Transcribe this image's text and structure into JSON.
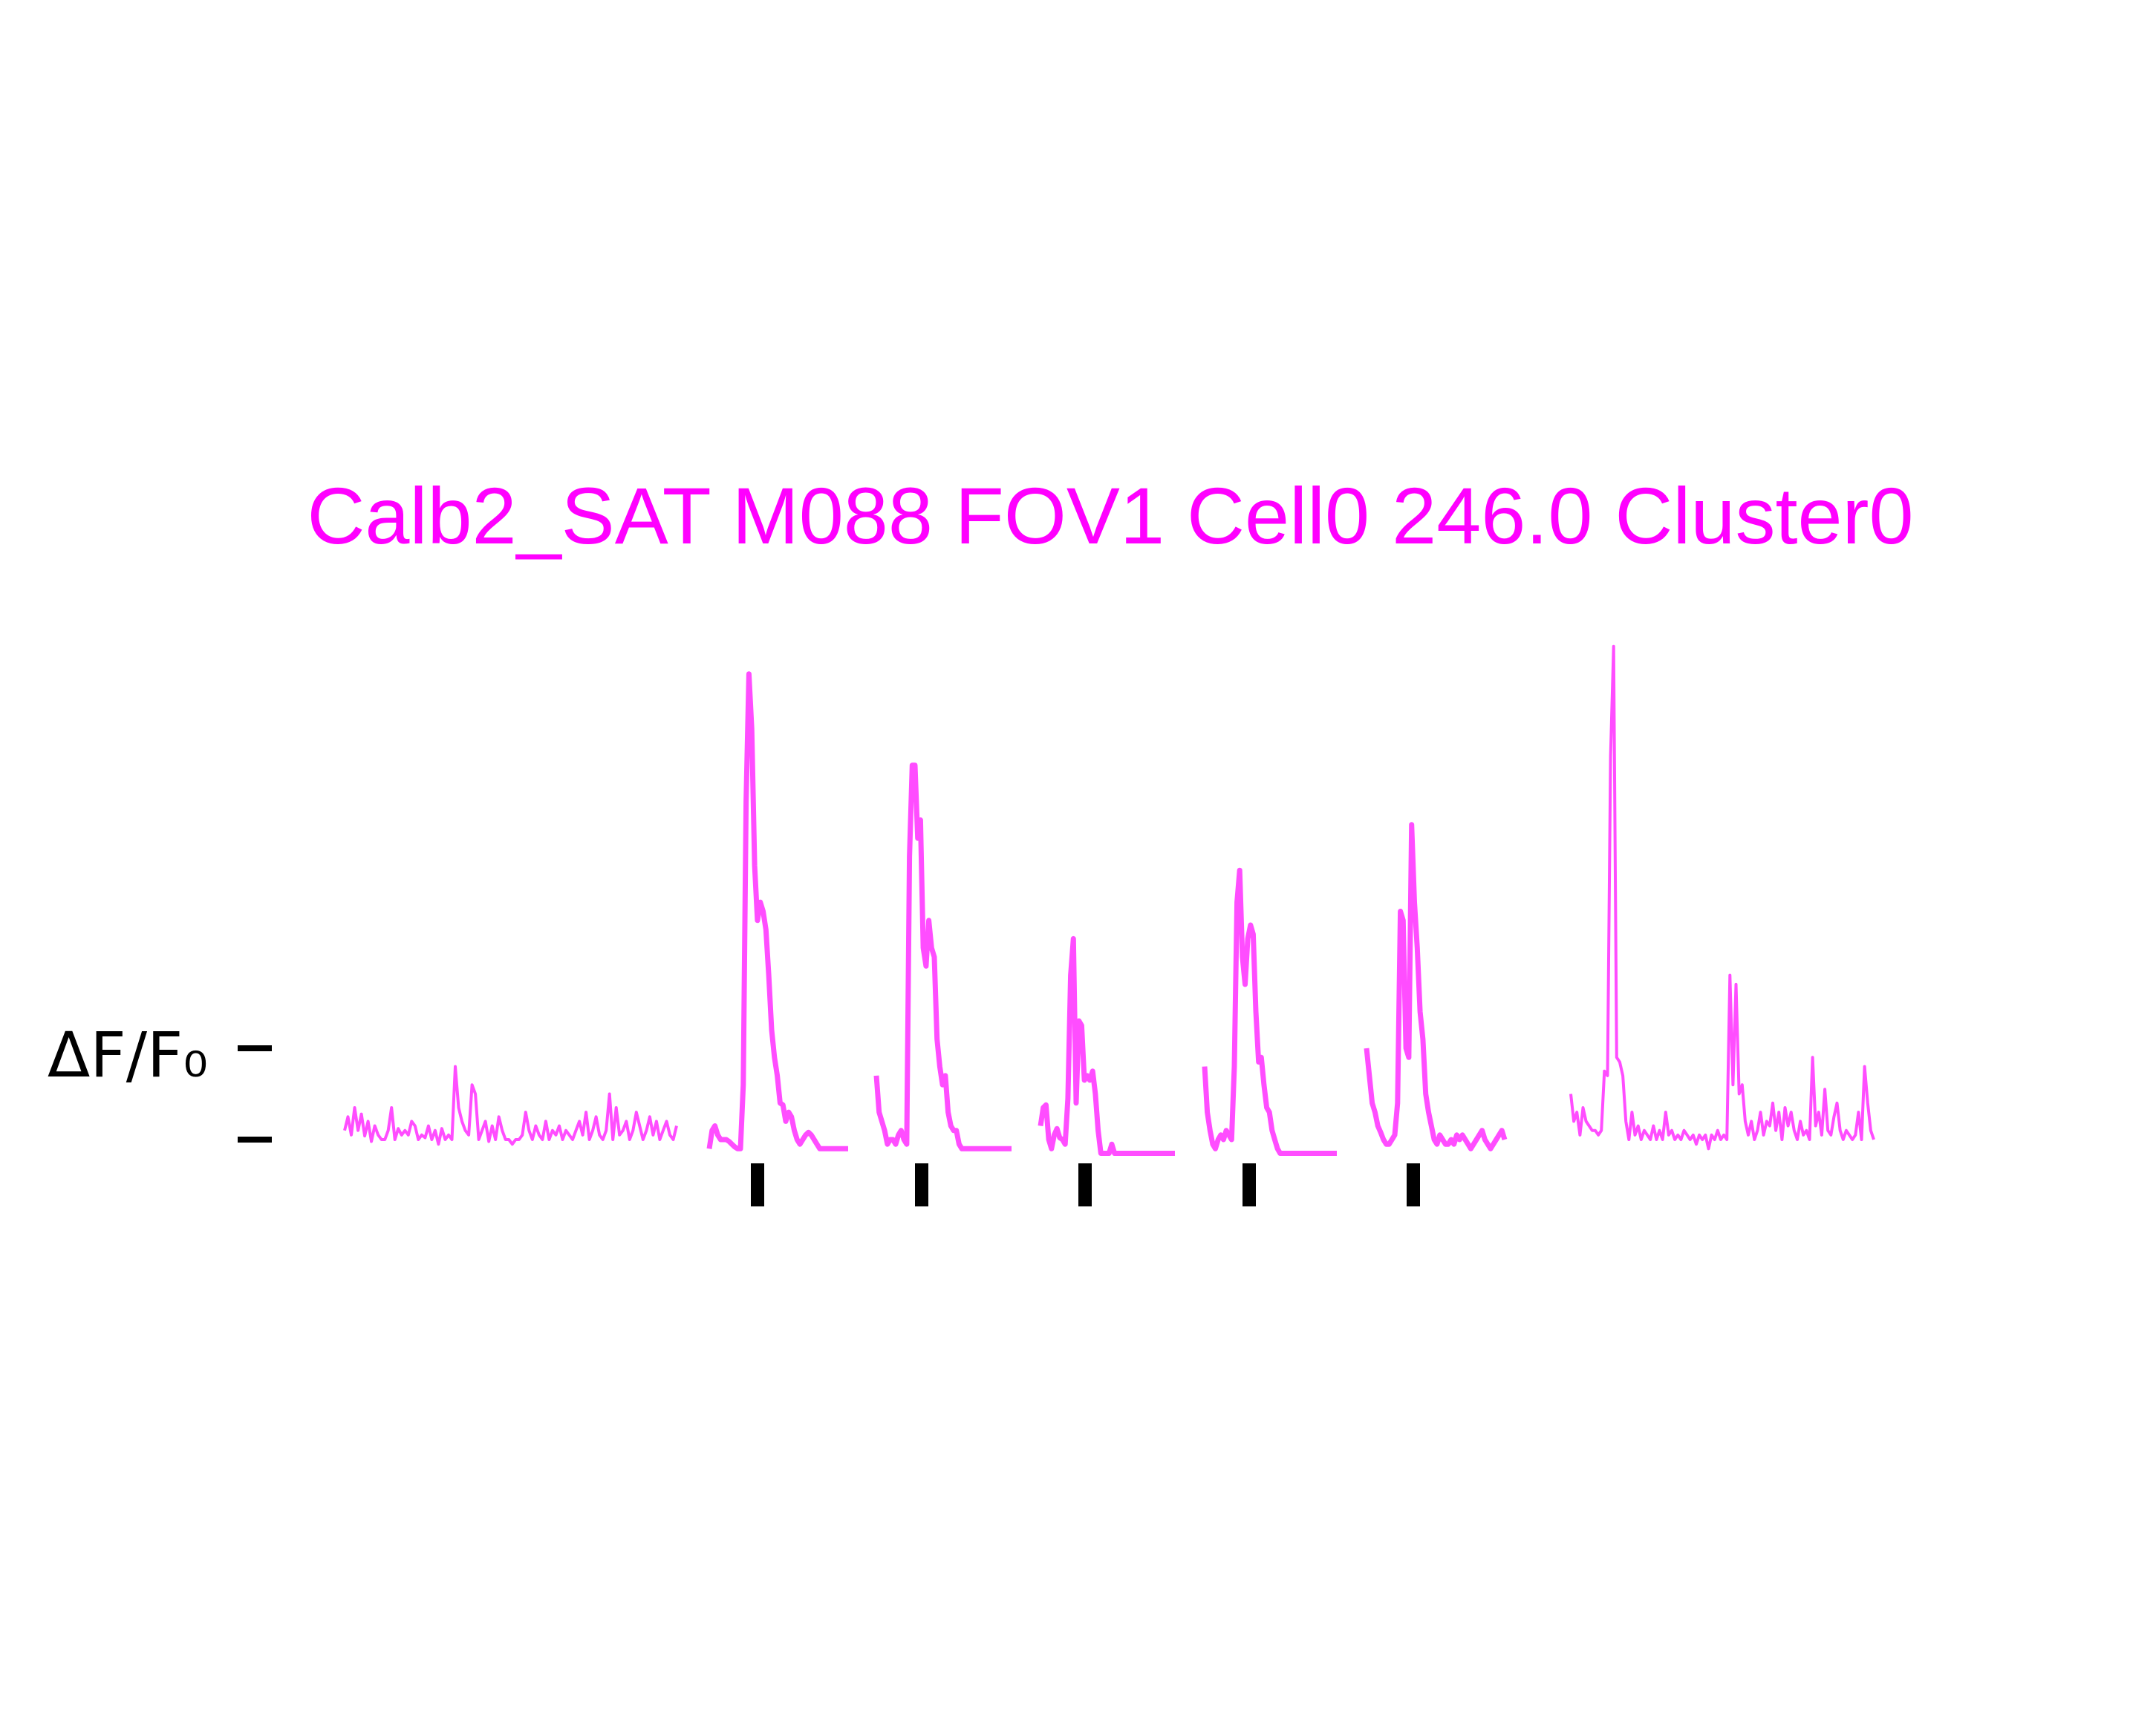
{
  "chart_data": {
    "type": "line",
    "title": "Calb2_SAT M088 FOV1 Cell0 246.0 Cluster0",
    "ylabel": "ΔF/F₀",
    "scale_bar": {
      "lower": 0,
      "upper": 1
    },
    "trace_color": "#ff4dff",
    "title_color": "#ff00ff",
    "stim_marker_color": "#000000",
    "grid": false,
    "axes_visible": false,
    "segments": [
      {
        "name": "pre",
        "x": [
          0,
          1,
          2,
          3,
          4,
          5,
          6,
          7,
          8,
          9,
          10,
          11,
          12,
          13,
          14,
          15,
          16,
          17,
          18,
          19,
          20,
          21,
          22,
          23,
          24,
          25,
          26,
          27,
          28,
          29,
          30,
          31,
          32,
          33,
          34,
          35,
          36,
          37,
          38,
          39,
          40,
          41,
          42,
          43,
          44,
          45,
          46,
          47,
          48,
          49,
          50,
          51,
          52,
          53,
          54,
          55,
          56,
          57,
          58,
          59,
          60,
          61,
          62,
          63,
          64,
          65,
          66,
          67,
          68,
          69,
          70,
          71,
          72,
          73,
          74,
          75,
          76,
          77,
          78,
          79,
          80,
          81,
          82,
          83,
          84,
          85,
          86,
          87,
          88,
          89,
          90,
          91,
          92,
          93,
          94,
          95,
          96,
          97,
          98,
          99
        ],
        "y": [
          0.1,
          0.25,
          0.05,
          0.35,
          0.1,
          0.28,
          0.04,
          0.2,
          -0.02,
          0.15,
          0.05,
          0.0,
          0.0,
          0.1,
          0.35,
          0.0,
          0.12,
          0.05,
          0.1,
          0.05,
          0.2,
          0.15,
          0.0,
          0.05,
          0.02,
          0.15,
          0.0,
          0.1,
          -0.05,
          0.12,
          0.0,
          0.05,
          0.0,
          0.8,
          0.35,
          0.2,
          0.1,
          0.05,
          0.6,
          0.5,
          0.0,
          0.1,
          0.2,
          -0.02,
          0.15,
          0.0,
          0.25,
          0.1,
          0.0,
          0.0,
          -0.05,
          0.0,
          0.0,
          0.05,
          0.3,
          0.1,
          0.0,
          0.15,
          0.05,
          0.0,
          0.2,
          0.0,
          0.1,
          0.05,
          0.15,
          0.0,
          0.1,
          0.05,
          0.0,
          0.1,
          0.2,
          0.05,
          0.3,
          0.0,
          0.1,
          0.25,
          0.05,
          0.0,
          0.1,
          0.5,
          0.0,
          0.35,
          0.05,
          0.1,
          0.2,
          0.0,
          0.1,
          0.3,
          0.15,
          0.0,
          0.1,
          0.25,
          0.05,
          0.2,
          0.0,
          0.1,
          0.2,
          0.05,
          0.0,
          0.15
        ]
      },
      {
        "name": "stim1",
        "x": [
          0,
          1,
          2,
          3,
          4,
          5,
          6,
          7,
          8,
          9,
          10,
          11,
          12,
          13,
          14,
          15,
          16,
          17,
          18,
          19,
          20,
          21,
          22,
          23,
          24,
          25,
          26,
          27,
          28,
          29,
          30,
          31,
          32,
          33,
          34,
          35,
          36,
          37,
          38,
          39,
          40,
          41,
          42,
          43,
          44,
          45,
          46,
          47,
          48,
          49
        ],
        "y": [
          -0.1,
          0.1,
          0.15,
          0.05,
          0.0,
          0.0,
          0.0,
          -0.02,
          -0.05,
          -0.08,
          -0.1,
          -0.1,
          0.6,
          3.7,
          5.1,
          4.5,
          3.0,
          2.4,
          2.6,
          2.5,
          2.3,
          1.8,
          1.2,
          0.9,
          0.7,
          0.4,
          0.38,
          0.2,
          0.3,
          0.25,
          0.1,
          0.0,
          -0.05,
          0.0,
          0.05,
          0.08,
          0.05,
          0.0,
          -0.05,
          -0.1,
          -0.1,
          -0.1,
          -0.1,
          -0.1,
          -0.1,
          -0.1,
          -0.1,
          -0.1,
          -0.1,
          -0.1
        ]
      },
      {
        "name": "stim2",
        "x": [
          0,
          1,
          2,
          3,
          4,
          5,
          6,
          7,
          8,
          9,
          10,
          11,
          12,
          13,
          14,
          15,
          16,
          17,
          18,
          19,
          20,
          21,
          22,
          23,
          24,
          25,
          26,
          27,
          28,
          29,
          30,
          31,
          32,
          33,
          34,
          35,
          36,
          37,
          38,
          39,
          40,
          41,
          42,
          43,
          44,
          45,
          46,
          47,
          48,
          49
        ],
        "y": [
          0.7,
          0.3,
          0.2,
          0.1,
          -0.05,
          0.0,
          0.0,
          -0.05,
          0.05,
          0.1,
          0.0,
          -0.05,
          3.1,
          4.1,
          4.1,
          3.3,
          3.5,
          2.1,
          1.9,
          2.4,
          2.1,
          2.0,
          1.1,
          0.8,
          0.6,
          0.7,
          0.3,
          0.15,
          0.1,
          0.1,
          -0.05,
          -0.1,
          -0.1,
          -0.1,
          -0.1,
          -0.1,
          -0.1,
          -0.1,
          -0.1,
          -0.1,
          -0.1,
          -0.1,
          -0.1,
          -0.1,
          -0.1,
          -0.1,
          -0.1,
          -0.1,
          -0.1,
          -0.1
        ]
      },
      {
        "name": "stim3",
        "x": [
          0,
          1,
          2,
          3,
          4,
          5,
          6,
          7,
          8,
          9,
          10,
          11,
          12,
          13,
          14,
          15,
          16,
          17,
          18,
          19,
          20,
          21,
          22,
          23,
          24,
          25,
          26,
          27,
          28,
          29,
          30,
          31,
          32,
          33,
          34,
          35,
          36,
          37,
          38,
          39,
          40,
          41,
          42,
          43,
          44,
          45,
          46,
          47,
          48,
          49
        ],
        "y": [
          0.15,
          0.35,
          0.38,
          0.0,
          -0.1,
          0.05,
          0.12,
          0.02,
          0.0,
          -0.05,
          0.45,
          1.8,
          2.2,
          0.4,
          1.3,
          1.25,
          0.65,
          0.7,
          0.65,
          0.75,
          0.5,
          0.1,
          -0.15,
          -0.15,
          -0.15,
          -0.15,
          -0.05,
          -0.15,
          -0.15,
          -0.15,
          -0.15,
          -0.15,
          -0.15,
          -0.15,
          -0.15,
          -0.15,
          -0.15,
          -0.15,
          -0.15,
          -0.15,
          -0.15,
          -0.15,
          -0.15,
          -0.15,
          -0.15,
          -0.15,
          -0.15,
          -0.15,
          -0.15,
          -0.15
        ]
      },
      {
        "name": "stim4",
        "x": [
          0,
          1,
          2,
          3,
          4,
          5,
          6,
          7,
          8,
          9,
          10,
          11,
          12,
          13,
          14,
          15,
          16,
          17,
          18,
          19,
          20,
          21,
          22,
          23,
          24,
          25,
          26,
          27,
          28,
          29,
          30,
          31,
          32,
          33,
          34,
          35,
          36,
          37,
          38,
          39,
          40,
          41,
          42,
          43,
          44,
          45,
          46,
          47,
          48,
          49
        ],
        "y": [
          0.8,
          0.3,
          0.1,
          -0.05,
          -0.1,
          0.0,
          0.05,
          0.0,
          0.1,
          0.05,
          0.0,
          0.8,
          2.6,
          2.95,
          2.0,
          1.7,
          2.2,
          2.35,
          2.25,
          1.4,
          0.85,
          0.9,
          0.6,
          0.35,
          0.3,
          0.1,
          0.0,
          -0.1,
          -0.15,
          -0.15,
          -0.15,
          -0.15,
          -0.15,
          -0.15,
          -0.15,
          -0.15,
          -0.15,
          -0.15,
          -0.15,
          -0.15,
          -0.15,
          -0.15,
          -0.15,
          -0.15,
          -0.15,
          -0.15,
          -0.15,
          -0.15,
          -0.15,
          -0.15
        ]
      },
      {
        "name": "stim5",
        "x": [
          0,
          1,
          2,
          3,
          4,
          5,
          6,
          7,
          8,
          9,
          10,
          11,
          12,
          13,
          14,
          15,
          16,
          17,
          18,
          19,
          20,
          21,
          22,
          23,
          24,
          25,
          26,
          27,
          28,
          29,
          30,
          31,
          32,
          33,
          34,
          35,
          36,
          37,
          38,
          39,
          40,
          41,
          42,
          43,
          44,
          45,
          46,
          47,
          48,
          49
        ],
        "y": [
          1.0,
          0.7,
          0.4,
          0.3,
          0.15,
          0.08,
          0.0,
          -0.05,
          -0.05,
          0.0,
          0.05,
          0.4,
          2.5,
          2.4,
          1.0,
          0.9,
          3.45,
          2.6,
          2.1,
          1.4,
          1.1,
          0.5,
          0.3,
          0.15,
          0.0,
          -0.05,
          0.05,
          0.0,
          -0.05,
          -0.05,
          0.0,
          -0.05,
          0.05,
          0.0,
          0.05,
          0.0,
          -0.05,
          -0.1,
          -0.05,
          0.0,
          0.05,
          0.1,
          0.0,
          -0.05,
          -0.1,
          -0.05,
          0.0,
          0.05,
          0.1,
          0.0
        ]
      },
      {
        "name": "post",
        "x": [
          0,
          1,
          2,
          3,
          4,
          5,
          6,
          7,
          8,
          9,
          10,
          11,
          12,
          13,
          14,
          15,
          16,
          17,
          18,
          19,
          20,
          21,
          22,
          23,
          24,
          25,
          26,
          27,
          28,
          29,
          30,
          31,
          32,
          33,
          34,
          35,
          36,
          37,
          38,
          39,
          40,
          41,
          42,
          43,
          44,
          45,
          46,
          47,
          48,
          49,
          50,
          51,
          52,
          53,
          54,
          55,
          56,
          57,
          58,
          59,
          60,
          61,
          62,
          63,
          64,
          65,
          66,
          67,
          68,
          69,
          70,
          71,
          72,
          73,
          74,
          75,
          76,
          77,
          78,
          79,
          80,
          81,
          82,
          83,
          84,
          85,
          86,
          87,
          88,
          89,
          90,
          91,
          92,
          93,
          94,
          95,
          96,
          97,
          98,
          99
        ],
        "y": [
          0.5,
          0.2,
          0.3,
          0.05,
          0.35,
          0.2,
          0.15,
          0.1,
          0.1,
          0.05,
          0.1,
          0.75,
          0.7,
          4.2,
          5.4,
          0.9,
          0.85,
          0.7,
          0.2,
          0.0,
          0.3,
          0.05,
          0.15,
          0.0,
          0.1,
          0.05,
          0.0,
          0.15,
          0.0,
          0.1,
          0.0,
          0.3,
          0.05,
          0.1,
          0.0,
          0.05,
          0.0,
          0.1,
          0.05,
          0.0,
          0.05,
          -0.05,
          0.05,
          0.0,
          0.05,
          -0.1,
          0.05,
          0.0,
          0.1,
          0.0,
          0.05,
          0.0,
          1.8,
          0.6,
          1.7,
          0.5,
          0.6,
          0.2,
          0.05,
          0.2,
          0.0,
          0.1,
          0.3,
          0.05,
          0.2,
          0.15,
          0.4,
          0.1,
          0.3,
          0.0,
          0.35,
          0.15,
          0.3,
          0.1,
          0.0,
          0.2,
          0.05,
          0.1,
          0.0,
          0.9,
          0.15,
          0.3,
          0.05,
          0.55,
          0.1,
          0.05,
          0.25,
          0.4,
          0.1,
          0.0,
          0.1,
          0.05,
          0.0,
          0.05,
          0.3,
          0.0,
          0.8,
          0.4,
          0.1,
          0.0
        ]
      }
    ],
    "stim_markers": [
      1,
      2,
      3,
      4,
      5
    ]
  }
}
